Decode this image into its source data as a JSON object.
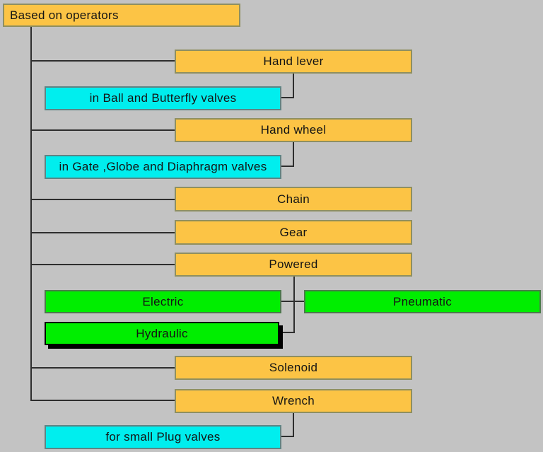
{
  "diagram": {
    "root": {
      "label": "Based on operators"
    },
    "nodes": {
      "hand_lever": {
        "label": "Hand lever",
        "type": "operator"
      },
      "ball_butterfly_note": {
        "label": "in Ball and Butterfly valves",
        "type": "note"
      },
      "hand_wheel": {
        "label": "Hand wheel",
        "type": "operator"
      },
      "gate_globe_note": {
        "label": "in Gate ,Globe and Diaphragm valves",
        "type": "note"
      },
      "chain": {
        "label": "Chain",
        "type": "operator"
      },
      "gear": {
        "label": "Gear",
        "type": "operator"
      },
      "powered": {
        "label": "Powered",
        "type": "operator"
      },
      "electric": {
        "label": "Electric",
        "type": "powered-sub"
      },
      "pneumatic": {
        "label": "Pneumatic",
        "type": "powered-sub"
      },
      "hydraulic": {
        "label": "Hydraulic",
        "type": "powered-sub",
        "selected": true
      },
      "solenoid": {
        "label": "Solenoid",
        "type": "operator"
      },
      "wrench": {
        "label": "Wrench",
        "type": "operator"
      },
      "small_plug_note": {
        "label": "for small Plug valves",
        "type": "note"
      }
    },
    "colors": {
      "background": "#c3c3c3",
      "operator_fill": "#fcc445",
      "note_fill": "#00eeee",
      "powered_sub_fill": "#00ee00",
      "connector": "#2e2e2e",
      "selected_outline": "#000000"
    }
  }
}
